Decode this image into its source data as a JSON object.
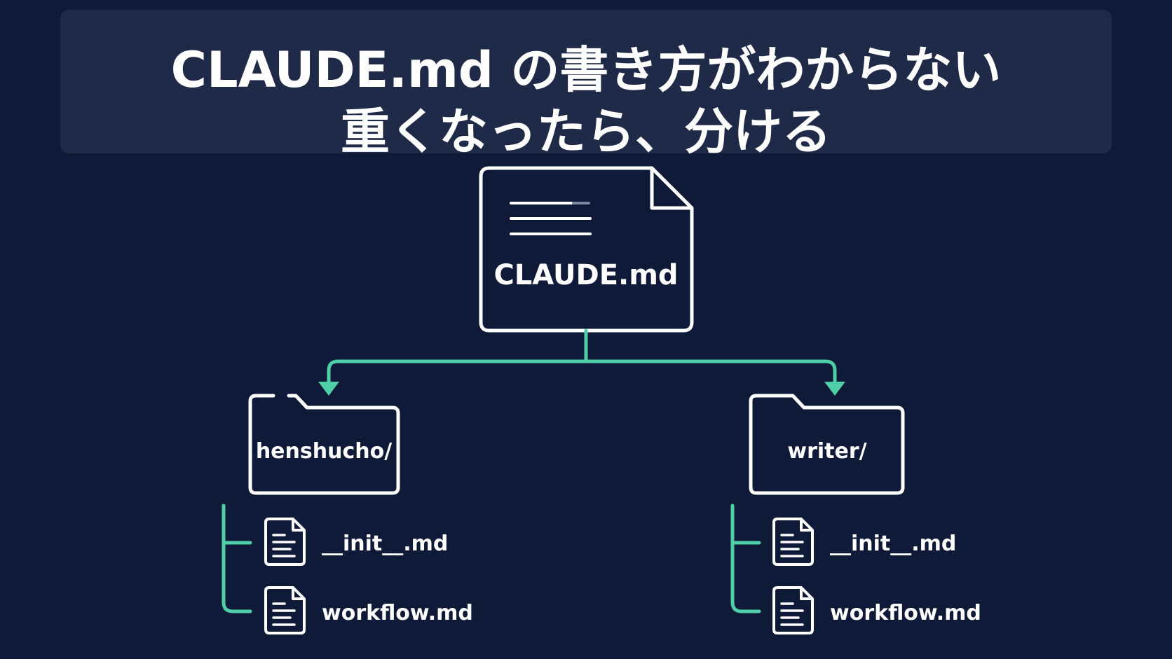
{
  "title": {
    "line1": "CLAUDE.md の書き方がわからない",
    "line2": "重くなったら、分ける"
  },
  "root_file": {
    "label": "CLAUDE.md",
    "icon": "document-icon"
  },
  "folders": [
    {
      "label": "henshucho/",
      "icon": "folder-icon",
      "files": [
        {
          "label": "__init__.md",
          "icon": "file-icon"
        },
        {
          "label": "workflow.md",
          "icon": "file-icon"
        }
      ]
    },
    {
      "label": "writer/",
      "icon": "folder-icon",
      "files": [
        {
          "label": "__init__.md",
          "icon": "file-icon"
        },
        {
          "label": "workflow.md",
          "icon": "file-icon"
        }
      ]
    }
  ],
  "colors": {
    "background": "#0f1a38",
    "banner": "#1f2a48",
    "accent": "#4ecfa8",
    "stroke": "#ffffff"
  }
}
